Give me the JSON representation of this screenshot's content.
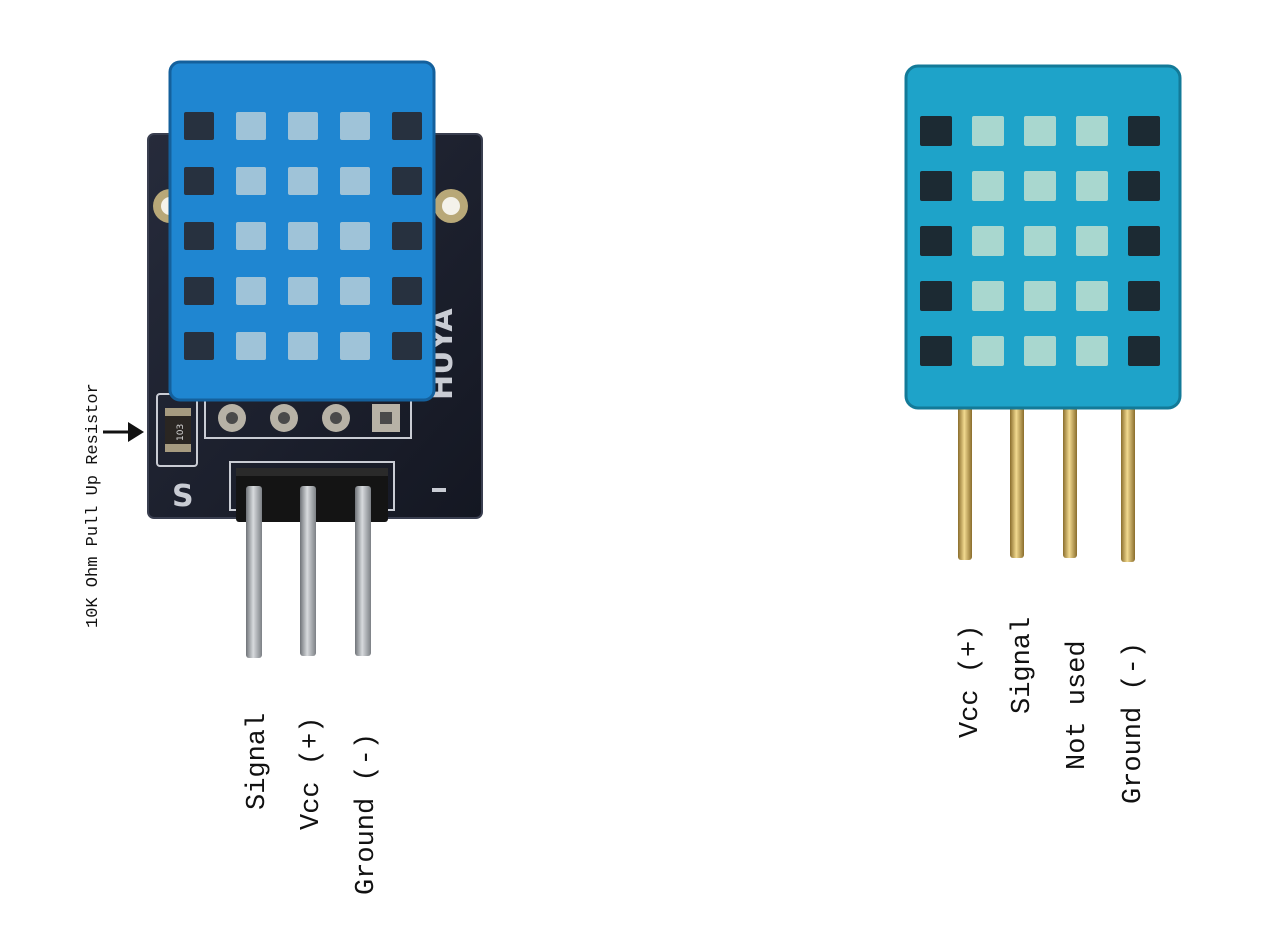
{
  "module": {
    "pcb_silkscreen": "S",
    "pcb_brand": "HUYA",
    "resistor_marking": "103",
    "resistor_annotation": "10K Ohm Pull Up Resistor",
    "pin_labels": [
      "Signal",
      "Vcc (+)",
      "Ground (-)"
    ]
  },
  "bare_sensor": {
    "pin_labels": [
      "Vcc (+)",
      "Signal",
      "Not used",
      "Ground (-)"
    ]
  },
  "colors": {
    "sensor_blue": "#1f86d1",
    "sensor_blue_bare": "#1ea3c9",
    "pcb": "#1b1f2e",
    "header_black": "#141414",
    "pin_silver": "#a9adb3",
    "pin_gold": "#c9a95a"
  }
}
